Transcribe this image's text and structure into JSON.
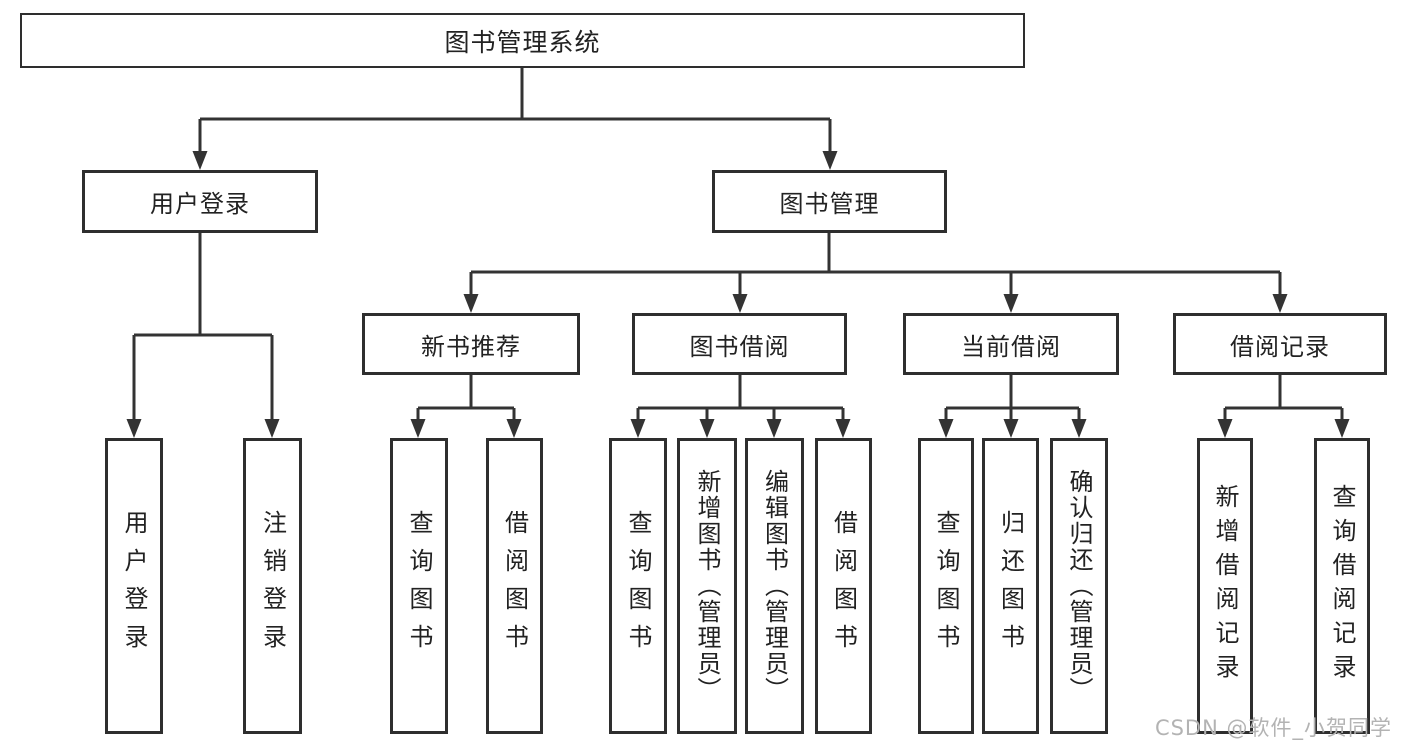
{
  "diagram": {
    "root": {
      "label": "图书管理系统"
    },
    "branches": [
      {
        "label": "用户登录",
        "children": [
          {
            "label": "用户登录"
          },
          {
            "label": "注销登录"
          }
        ]
      },
      {
        "label": "图书管理",
        "sections": [
          {
            "label": "新书推荐",
            "children": [
              {
                "label": "查询图书"
              },
              {
                "label": "借阅图书"
              }
            ]
          },
          {
            "label": "图书借阅",
            "children": [
              {
                "label": "查询图书"
              },
              {
                "label": "新增图书（管理员）"
              },
              {
                "label": "编辑图书（管理员）"
              },
              {
                "label": "借阅图书"
              }
            ]
          },
          {
            "label": "当前借阅",
            "children": [
              {
                "label": "查询图书"
              },
              {
                "label": "归还图书"
              },
              {
                "label": "确认归还（管理员）"
              }
            ]
          },
          {
            "label": "借阅记录",
            "children": [
              {
                "label": "新增借阅记录"
              },
              {
                "label": "查询借阅记录"
              }
            ]
          }
        ]
      }
    ],
    "watermark": "CSDN @软件_小贺同学",
    "colors": {
      "line": "#333333",
      "border": "#2e2e2e",
      "text": "#222222",
      "watermark": "#b3b3b3",
      "background": "#ffffff"
    }
  }
}
